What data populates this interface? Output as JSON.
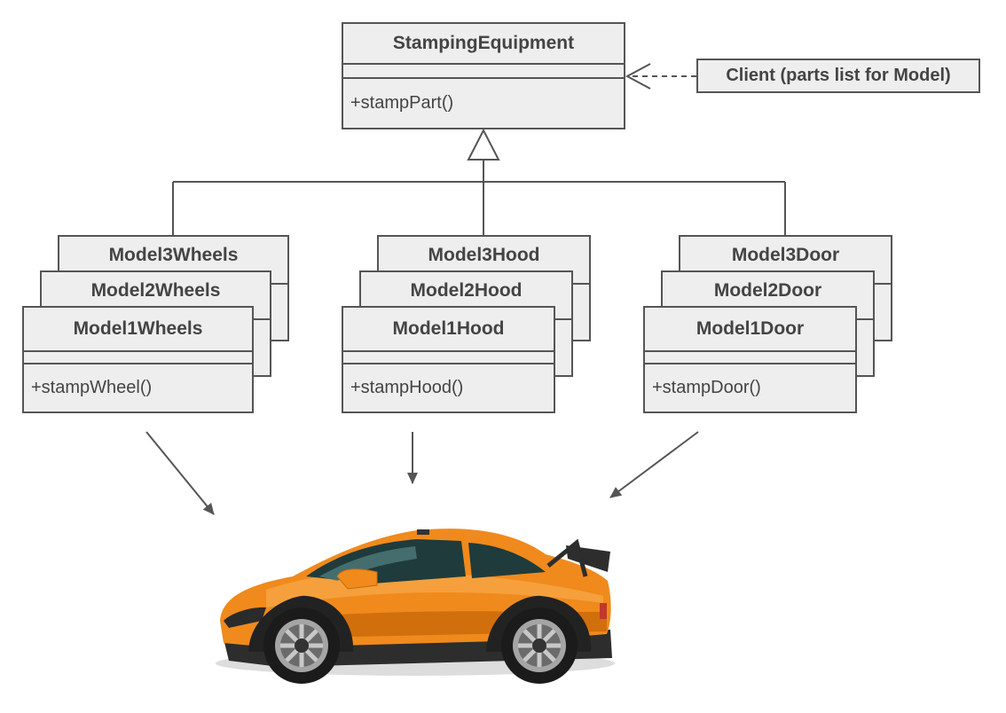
{
  "base_class": {
    "name": "StampingEquipment",
    "operation": "+stampPart()"
  },
  "client": {
    "label": "Client (parts list for Model)"
  },
  "families": [
    {
      "classes": [
        "Model3Wheels",
        "Model2Wheels",
        "Model1Wheels"
      ],
      "operation": "+stampWheel()"
    },
    {
      "classes": [
        "Model3Hood",
        "Model2Hood",
        "Model1Hood"
      ],
      "operation": "+stampHood()"
    },
    {
      "classes": [
        "Model3Door",
        "Model2Door",
        "Model1Door"
      ],
      "operation": "+stampDoor()"
    }
  ],
  "colors": {
    "box_fill": "#eeeeee",
    "box_border": "#555555",
    "car_body": "#f08a1c"
  },
  "illustration": "orange-sports-car"
}
